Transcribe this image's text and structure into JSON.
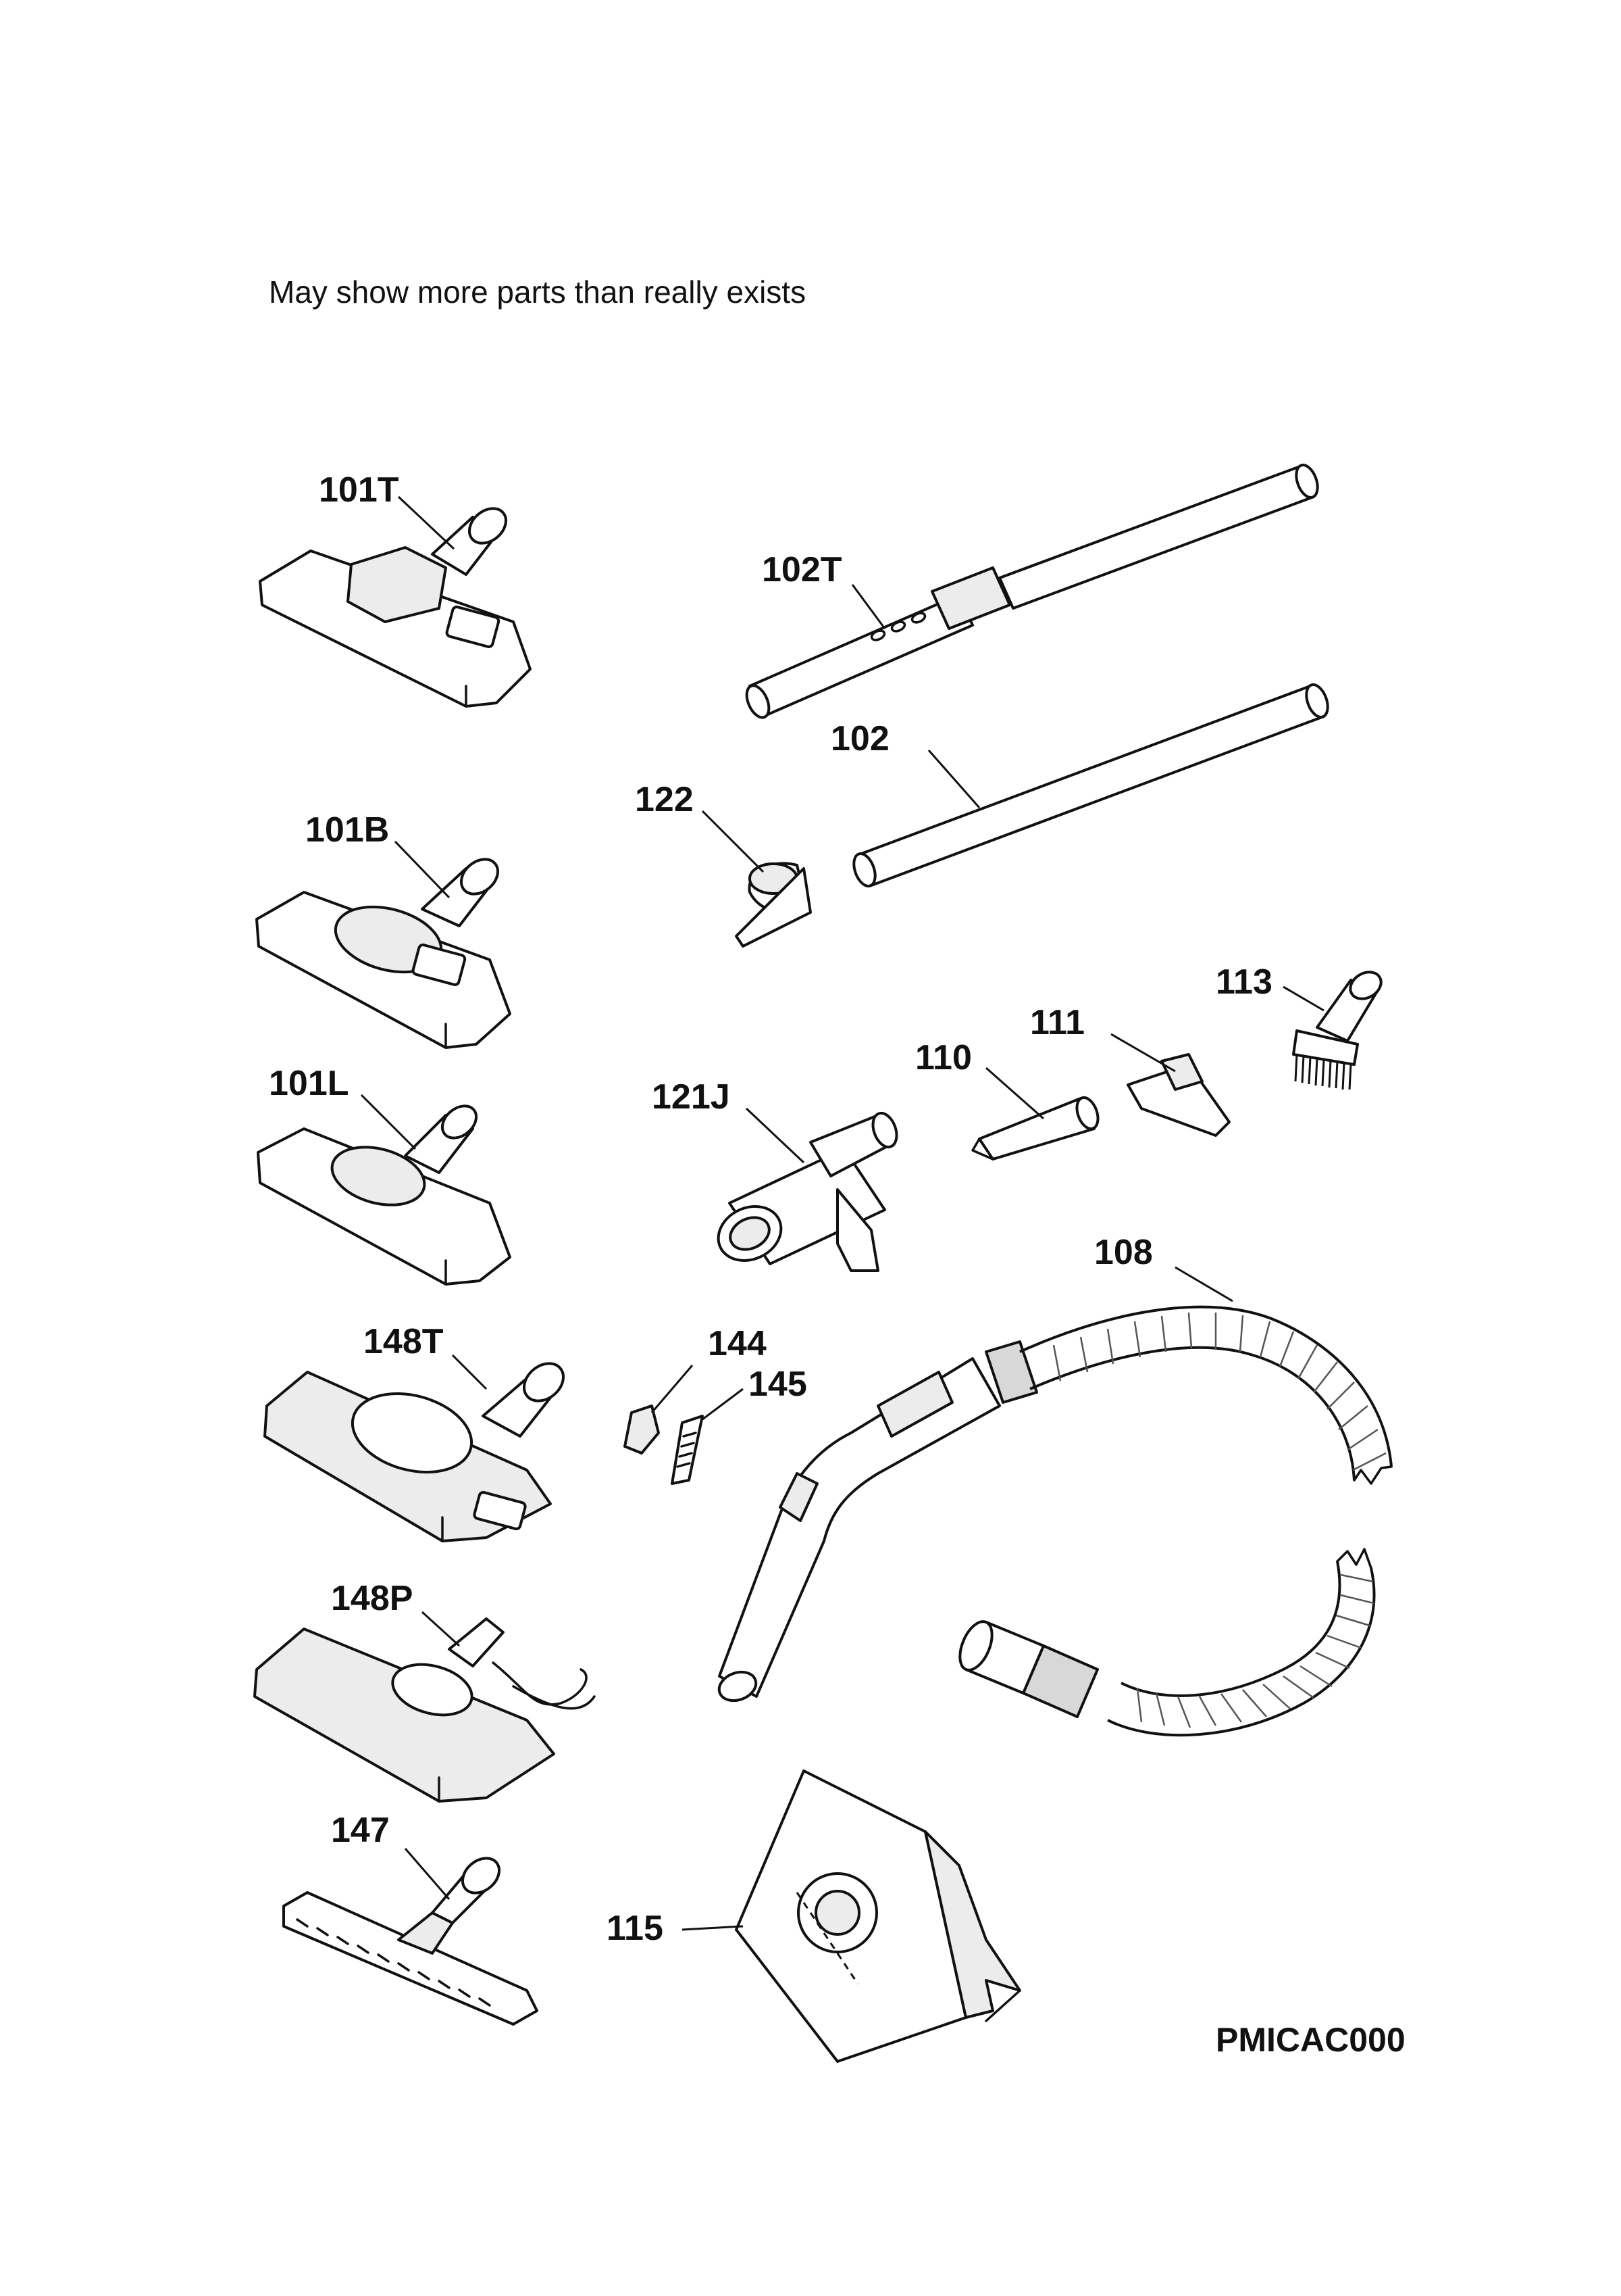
{
  "note": "May show more parts than really exists",
  "diagram_code": "PMICAC000",
  "parts": [
    {
      "id": "101T",
      "icon": "floor-nozzle-icon"
    },
    {
      "id": "101B",
      "icon": "floor-nozzle-icon"
    },
    {
      "id": "101L",
      "icon": "floor-nozzle-icon"
    },
    {
      "id": "148T",
      "icon": "turbo-nozzle-icon"
    },
    {
      "id": "148P",
      "icon": "power-nozzle-icon"
    },
    {
      "id": "147",
      "icon": "parquet-brush-icon"
    },
    {
      "id": "102T",
      "icon": "telescopic-tube-icon"
    },
    {
      "id": "102",
      "icon": "extension-tube-icon"
    },
    {
      "id": "122",
      "icon": "tool-clip-icon"
    },
    {
      "id": "121J",
      "icon": "hose-connector-icon"
    },
    {
      "id": "110",
      "icon": "crevice-tool-icon"
    },
    {
      "id": "111",
      "icon": "upholstery-nozzle-icon"
    },
    {
      "id": "113",
      "icon": "dusting-brush-icon"
    },
    {
      "id": "108",
      "icon": "hose-handle-icon"
    },
    {
      "id": "144",
      "icon": "small-clip-icon"
    },
    {
      "id": "145",
      "icon": "filter-grille-icon"
    },
    {
      "id": "115",
      "icon": "dust-bag-icon"
    }
  ]
}
